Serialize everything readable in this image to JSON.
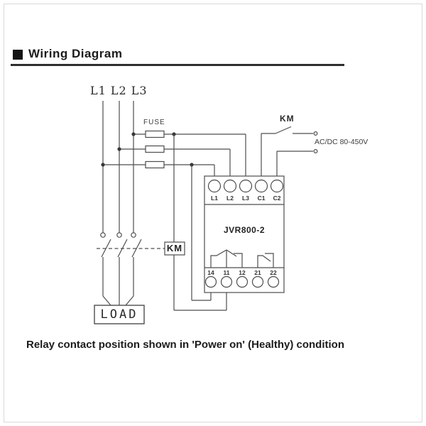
{
  "header": {
    "title": "Wiring Diagram"
  },
  "caption": "Relay contact position shown in 'Power on' (Healthy) condition",
  "diagram": {
    "phase_labels": "L1 L2 L3",
    "fuse_label": "FUSE",
    "km_switch_label": "KM",
    "km_contactor_label": "KM",
    "supply_label": "AC/DC 80-450V",
    "load_label": "LOAD",
    "relay": {
      "model": "JVR800-2",
      "top_terminals": [
        "L1",
        "L2",
        "L3",
        "C1",
        "C2"
      ],
      "bottom_terminals": [
        "14",
        "11",
        "12",
        "21",
        "22"
      ]
    },
    "colors": {
      "line": "#4d4d4d",
      "text": "#222222"
    }
  }
}
